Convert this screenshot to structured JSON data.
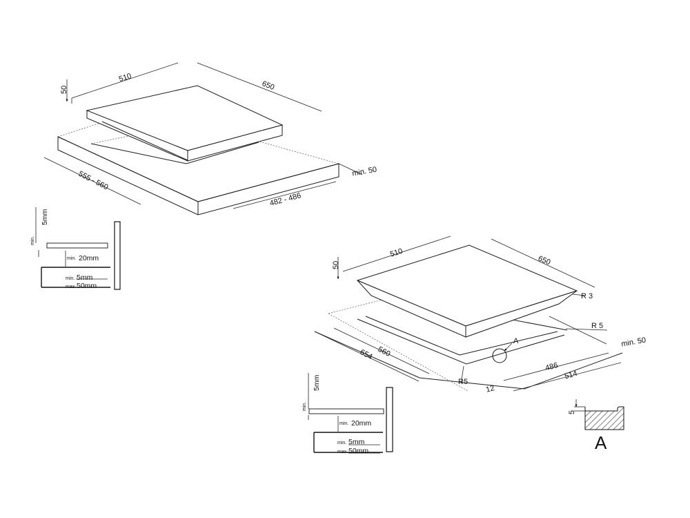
{
  "top_view": {
    "width": "510",
    "depth": "650",
    "height": "50",
    "cutout_depth": "555 - 560",
    "cutout_width": "482 - 486",
    "clearance": "min. 50",
    "detail": {
      "gap_prefix": "min.",
      "gap_value": "5mm",
      "space_prefix": "min.",
      "space_value": "20mm",
      "worktop_min_prefix": "min.",
      "worktop_min_value": "5mm",
      "worktop_max_prefix": "max.",
      "worktop_max_value": "50mm"
    }
  },
  "bottom_view": {
    "width": "510",
    "depth": "650",
    "height": "50",
    "radius_top": "R 3",
    "radius_frame": "R 5",
    "radius_corner": "R5",
    "detail_marker": "A",
    "cutout_depth": "560",
    "frame_depth": "654",
    "cutout_width": "486",
    "frame_width": "514",
    "side_gap": "12",
    "clearance": "min. 50",
    "detail": {
      "gap_prefix": "min.",
      "gap_value": "5mm",
      "space_prefix": "min.",
      "space_value": "20mm",
      "worktop_min_prefix": "min.",
      "worktop_min_value": "5mm",
      "worktop_max_prefix": "max.",
      "worktop_max_value": "50mm"
    }
  },
  "section_detail": {
    "dimension": "5",
    "label": "A"
  }
}
